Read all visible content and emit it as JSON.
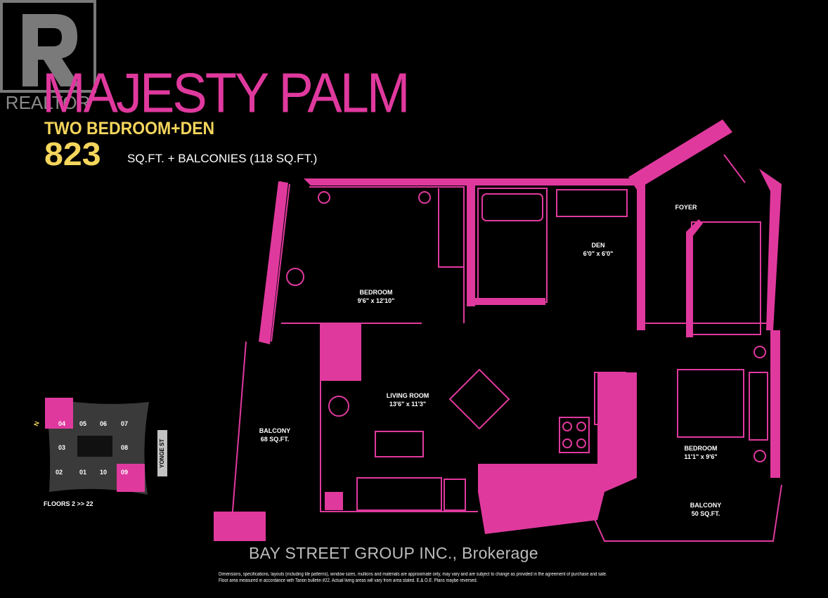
{
  "brand": {
    "logo_text": "REALTOR"
  },
  "header": {
    "title": "MAJESTY PALM",
    "subtitle": "TWO BEDROOM+DEN",
    "area_number": "823",
    "area_detail": "SQ.FT. + BALCONIES (118 SQ.FT.)"
  },
  "rooms": {
    "bedroom1": {
      "name": "BEDROOM",
      "size": "9'6\" x 12'10\""
    },
    "den": {
      "name": "DEN",
      "size": "6'0\" x 6'0\""
    },
    "foyer": {
      "name": "FOYER"
    },
    "living": {
      "name": "LIVING ROOM",
      "size": "13'6\" x 11'3\""
    },
    "balcony1": {
      "name": "BALCONY",
      "size": "68 SQ.FT."
    },
    "bedroom2": {
      "name": "BEDROOM",
      "size": "11'1\" x 9'6\""
    },
    "balcony2": {
      "name": "BALCONY",
      "size": "50 SQ.FT."
    }
  },
  "keyplan": {
    "units": [
      "04",
      "05",
      "06",
      "07",
      "03",
      "08",
      "02",
      "01",
      "10",
      "09"
    ],
    "compass": "N",
    "floors": "FLOORS  2 >> 22",
    "street": "YONGE ST"
  },
  "footer": {
    "brokerage": "BAY STREET GROUP INC., Brokerage",
    "disclaimer_line1": "Dimensions, specifications, layouts (including  tile patterns), window sizes, mullions and materials are approximate only,  may vary and are subject to change as provided in the agreement of purchase and sale.",
    "disclaimer_line2": "Floor area measured in accordance with Tarion bulletin #22.  Actual living areas will vary from area stated.  E.& O.E.  Plans maybe reversed."
  },
  "colors": {
    "accent": "#e0399e",
    "highlight": "#f5d65c",
    "background": "#000000",
    "keyplan_gray": "#3a3a3a"
  }
}
